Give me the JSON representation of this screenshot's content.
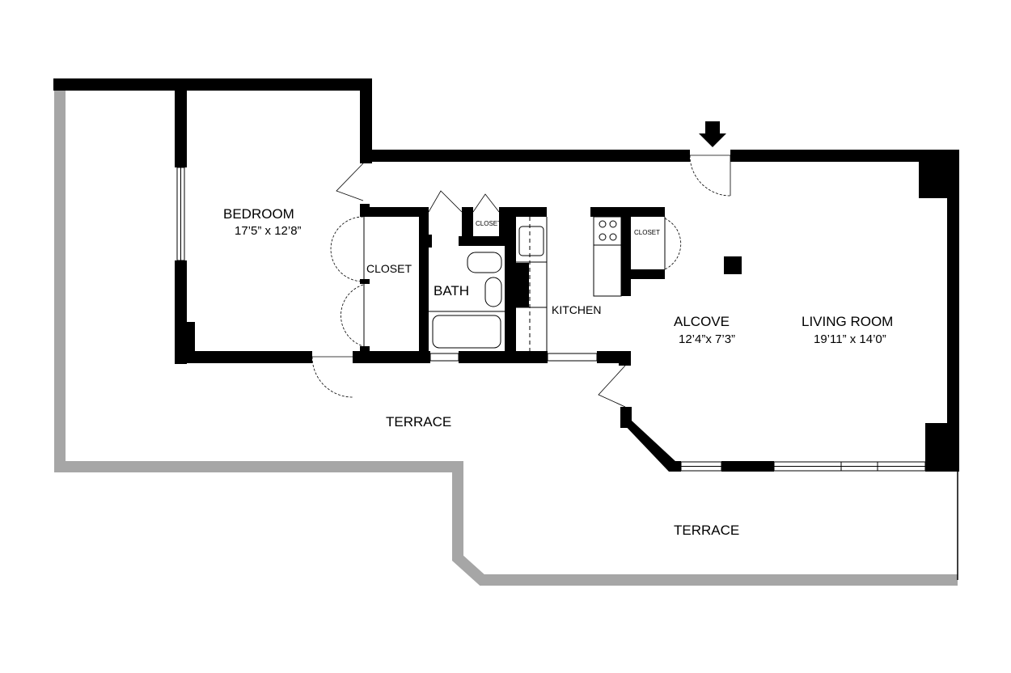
{
  "plan": {
    "rooms": [
      {
        "name": "BEDROOM",
        "dims": "17’5” x 12’8”"
      },
      {
        "name": "CLOSET"
      },
      {
        "name": "BATH"
      },
      {
        "name": "CLOSET"
      },
      {
        "name": "KITCHEN"
      },
      {
        "name": "CLOSET"
      },
      {
        "name": "ALCOVE",
        "dims": "12’4”x 7’3”"
      },
      {
        "name": "LIVING ROOM",
        "dims": "19’11” x 14’0”"
      },
      {
        "name": "TERRACE"
      },
      {
        "name": "TERRACE"
      }
    ],
    "entry_icon": "entry-arrow-icon",
    "colors": {
      "wall": "#000000",
      "terrace_rail": "#a6a6a6",
      "background": "#ffffff"
    }
  }
}
